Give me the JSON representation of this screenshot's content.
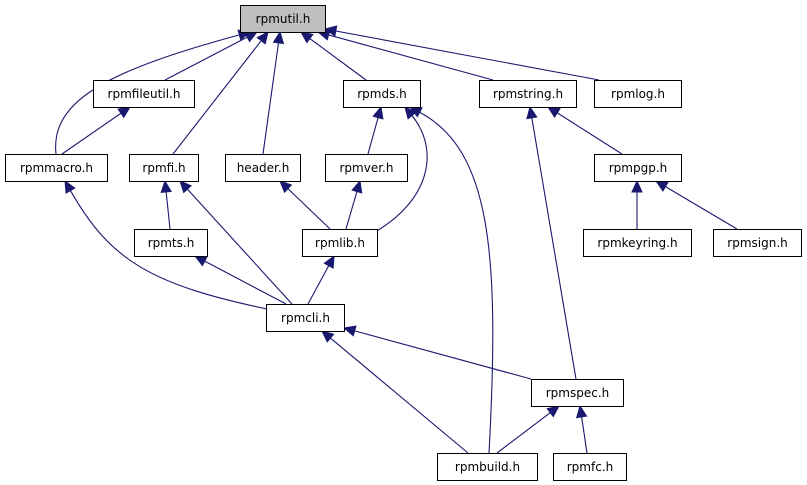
{
  "diagram": {
    "type": "include-dependency-graph",
    "colors": {
      "edge": "#191970",
      "node_fill": "#ffffff",
      "root_fill": "#bfbfbf",
      "border": "#000000"
    },
    "nodes": [
      {
        "id": "rpmutil",
        "label": "rpmutil.h",
        "root": true
      },
      {
        "id": "rpmfileutil",
        "label": "rpmfileutil.h"
      },
      {
        "id": "rpmds",
        "label": "rpmds.h"
      },
      {
        "id": "rpmstring",
        "label": "rpmstring.h"
      },
      {
        "id": "rpmlog",
        "label": "rpmlog.h"
      },
      {
        "id": "rpmmacro",
        "label": "rpmmacro.h"
      },
      {
        "id": "rpmfi",
        "label": "rpmfi.h"
      },
      {
        "id": "header",
        "label": "header.h"
      },
      {
        "id": "rpmver",
        "label": "rpmver.h"
      },
      {
        "id": "rpmpgp",
        "label": "rpmpgp.h"
      },
      {
        "id": "rpmts",
        "label": "rpmts.h"
      },
      {
        "id": "rpmlib",
        "label": "rpmlib.h"
      },
      {
        "id": "rpmkeyring",
        "label": "rpmkeyring.h"
      },
      {
        "id": "rpmsign",
        "label": "rpmsign.h"
      },
      {
        "id": "rpmcli",
        "label": "rpmcli.h"
      },
      {
        "id": "rpmspec",
        "label": "rpmspec.h"
      },
      {
        "id": "rpmbuild",
        "label": "rpmbuild.h"
      },
      {
        "id": "rpmfc",
        "label": "rpmfc.h"
      }
    ],
    "edges": [
      {
        "from": "rpmfileutil",
        "to": "rpmutil"
      },
      {
        "from": "rpmmacro",
        "to": "rpmutil"
      },
      {
        "from": "rpmfi",
        "to": "rpmutil"
      },
      {
        "from": "header",
        "to": "rpmutil"
      },
      {
        "from": "rpmds",
        "to": "rpmutil"
      },
      {
        "from": "rpmstring",
        "to": "rpmutil"
      },
      {
        "from": "rpmlog",
        "to": "rpmutil"
      },
      {
        "from": "rpmmacro",
        "to": "rpmfileutil"
      },
      {
        "from": "rpmver",
        "to": "rpmds"
      },
      {
        "from": "rpmlib",
        "to": "rpmds"
      },
      {
        "from": "rpmbuild",
        "to": "rpmds"
      },
      {
        "from": "rpmpgp",
        "to": "rpmstring"
      },
      {
        "from": "rpmspec",
        "to": "rpmstring"
      },
      {
        "from": "rpmcli",
        "to": "rpmmacro"
      },
      {
        "from": "rpmts",
        "to": "rpmfi"
      },
      {
        "from": "rpmcli",
        "to": "rpmfi"
      },
      {
        "from": "rpmlib",
        "to": "header"
      },
      {
        "from": "rpmlib",
        "to": "rpmver"
      },
      {
        "from": "rpmkeyring",
        "to": "rpmpgp"
      },
      {
        "from": "rpmsign",
        "to": "rpmpgp"
      },
      {
        "from": "rpmcli",
        "to": "rpmts"
      },
      {
        "from": "rpmcli",
        "to": "rpmlib"
      },
      {
        "from": "rpmspec",
        "to": "rpmcli"
      },
      {
        "from": "rpmbuild",
        "to": "rpmcli"
      },
      {
        "from": "rpmbuild",
        "to": "rpmspec"
      },
      {
        "from": "rpmfc",
        "to": "rpmspec"
      }
    ]
  }
}
